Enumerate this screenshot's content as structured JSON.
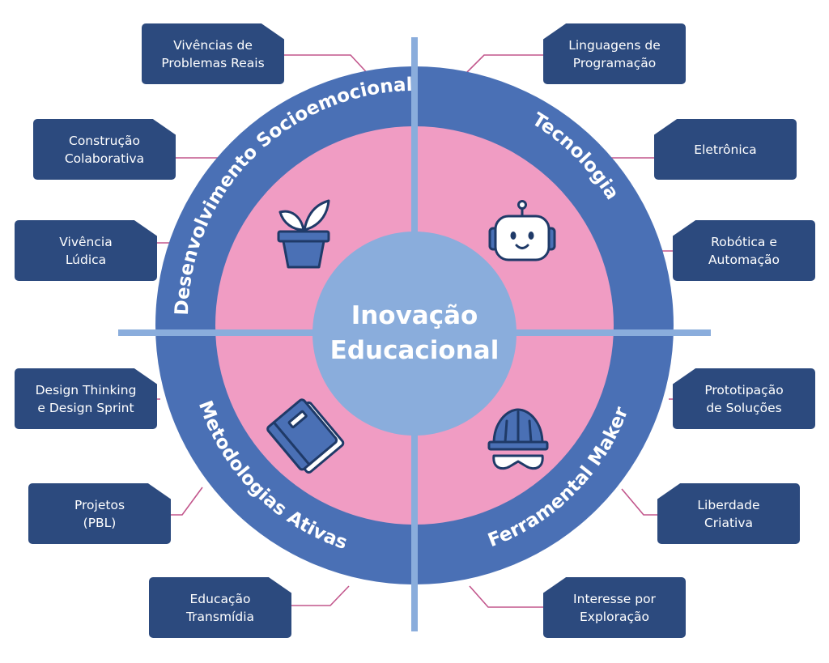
{
  "center": {
    "line1": "Inovação",
    "line2": "Educacional"
  },
  "quadrants": [
    {
      "label": "Desenvolvimento Socioemocional",
      "icon": "potted-plant-icon"
    },
    {
      "label": "Tecnologia",
      "icon": "robot-icon"
    },
    {
      "label": "Metodologias Ativas",
      "icon": "book-icon"
    },
    {
      "label": "Ferramental Maker",
      "icon": "hard-hat-goggles-icon"
    }
  ],
  "boxes": {
    "vivencias_problemas_reais": [
      "Vivências de",
      "Problemas Reais"
    ],
    "construcao_colaborativa": [
      "Construção",
      "Colaborativa"
    ],
    "vivencia_ludica": [
      "Vivência",
      "Lúdica"
    ],
    "design_thinking": [
      "Design Thinking",
      "e Design Sprint"
    ],
    "projetos_pbl": [
      "Projetos",
      "(PBL)"
    ],
    "educacao_transmidia": [
      "Educação",
      "Transmídia"
    ],
    "linguagens_programacao": [
      "Linguagens de",
      "Programação"
    ],
    "eletronica": [
      "Eletrônica"
    ],
    "robotica_automacao": [
      "Robótica e",
      "Automação"
    ],
    "prototipacao_solucoes": [
      "Prototipação",
      "de Soluções"
    ],
    "liberdade_criativa": [
      "Liberdade",
      "Criativa"
    ],
    "interesse_exploracao": [
      "Interesse por",
      "Exploração"
    ]
  },
  "colors": {
    "outer_ring": "#4a70b5",
    "inner_pink": "#f09cc3",
    "center_circle": "#8aaddc",
    "divider": "#8aaddc",
    "box": "#2c4a7e",
    "connector": "#c2568c",
    "icon_fill": "#4a70b5",
    "icon_stroke": "#1f3a68"
  }
}
